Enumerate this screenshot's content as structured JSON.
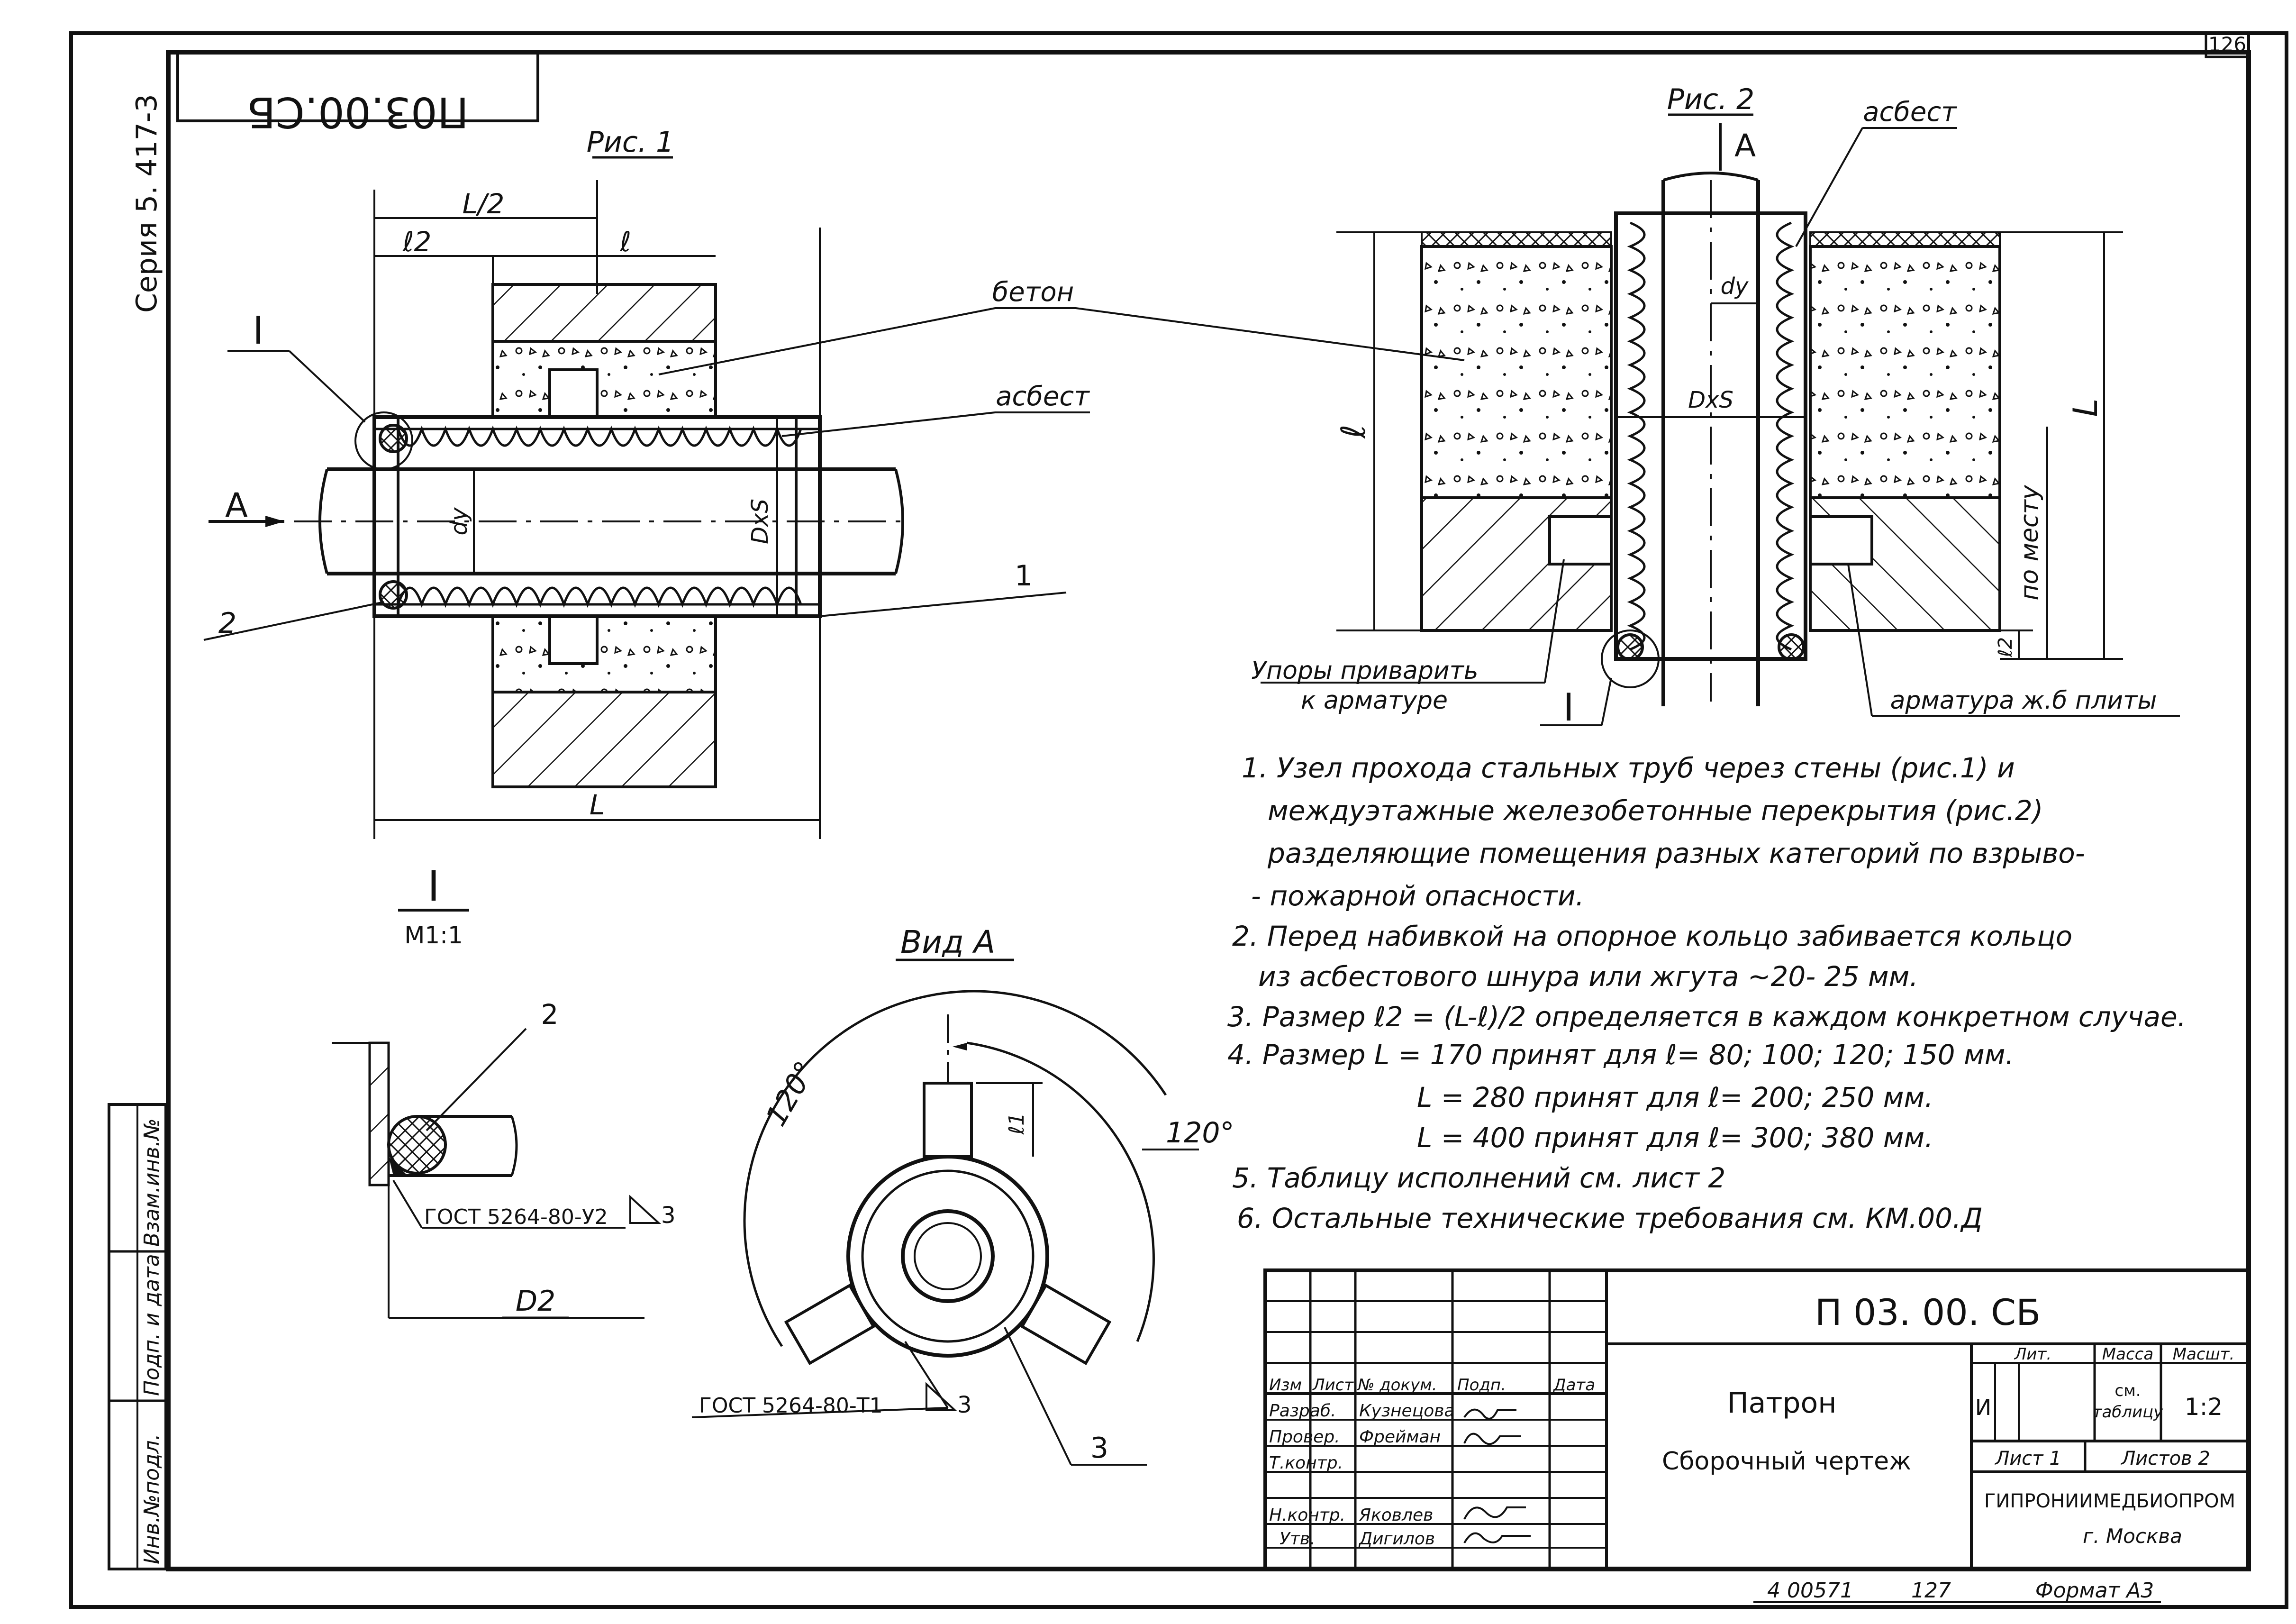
{
  "sheet": {
    "page_number": "126",
    "series": "Серия 5. 417-3",
    "stamp_top": "П03.00.СБ",
    "bottom_number": "4 00571",
    "bottom_page": "127",
    "format": "Формат А3"
  },
  "fig1": {
    "caption": "Рис. 1",
    "dim_L2": "L/2",
    "dim_l2": "ℓ2",
    "dim_l": "ℓ",
    "dim_L": "L",
    "label_beton": "бетон",
    "label_asbest": "асбест",
    "label_A": "A",
    "label_dy": "dy",
    "label_DxS": "DxS",
    "callout_1": "1",
    "callout_2": "2",
    "callout_I": "I"
  },
  "fig2": {
    "caption": "Рис. 2",
    "label_A": "A",
    "label_asbest": "асбест",
    "label_dy": "dy",
    "label_DxS": "DxS",
    "dim_l": "ℓ",
    "dim_L": "L",
    "dim_l2": "ℓ2",
    "label_po_mestu": "по месту",
    "label_stops_1": "Упоры приварить",
    "label_stops_2": "к арматуре",
    "label_armatura": "арматура ж.б плиты",
    "callout_I": "I"
  },
  "detail_I": {
    "title": "I",
    "scale": "М1:1",
    "callout_2": "2",
    "gost": "ГОСТ 5264-80-У2",
    "weld_size": "3",
    "dim_D2": "D2"
  },
  "view_A": {
    "caption": "Вид А",
    "angle_1": "120°",
    "angle_2": "120°",
    "dim_l1": "ℓ1",
    "gost": "ГОСТ 5264-80-Т1",
    "weld_size": "3",
    "callout_3": "3"
  },
  "notes": [
    "1. Узел прохода стальных труб через стены (рис.1) и",
    "междуэтажные железобетонные перекрытия (рис.2)",
    "разделяющие помещения разных категорий по взрыво-",
    "- пожарной опасности.",
    "2. Перед набивкой на опорное кольцо забивается кольцо",
    "из асбестового шнура или жгута ~20- 25 мм.",
    "3. Размер ℓ2 = (L-ℓ)/2 определяется в каждом конкретном случае.",
    "4. Размер L = 170 принят для ℓ= 80; 100; 120; 150 мм.",
    "L = 280 принят для ℓ= 200; 250 мм.",
    "L = 400 принят для ℓ= 300; 380 мм.",
    "5. Таблицу исполнений см. лист 2",
    "6. Остальные технические требования см. КМ.00.Д"
  ],
  "title_block": {
    "doc_code": "П 03. 00. СБ",
    "name": "Патрон",
    "doc_type": "Сборочный чертеж",
    "col_izm": "Изм",
    "col_list": "Лист",
    "col_ndoc": "№ докум.",
    "col_podp": "Подп.",
    "col_data": "Дата",
    "row_razrab": "Разраб.",
    "row_razrab_name": "Кузнецова",
    "row_prover": "Провер.",
    "row_prover_name": "Фрейман",
    "row_tkontr": "Т.контр.",
    "row_nkontr": "Н.контр.",
    "row_nkontr_name": "Яковлев",
    "row_utv": "Утв.",
    "row_utv_name": "Дигилов",
    "lit_label": "Лит.",
    "mass_label": "Масса",
    "scale_label": "Масшт.",
    "lit_value": "И",
    "mass_value_1": "см.",
    "mass_value_2": "таблицу",
    "scale_value": "1:2",
    "sheet_label": "Лист 1",
    "sheets_label": "Листов 2",
    "org": "ГИПРОНИИМЕДБИОПРОМ",
    "city": "г. Москва"
  },
  "side_stamp": {
    "inv_podl": "Инв.№подл.",
    "podp_data": "Подп. и дата",
    "vzam_inv": "Взам.инв.№"
  }
}
